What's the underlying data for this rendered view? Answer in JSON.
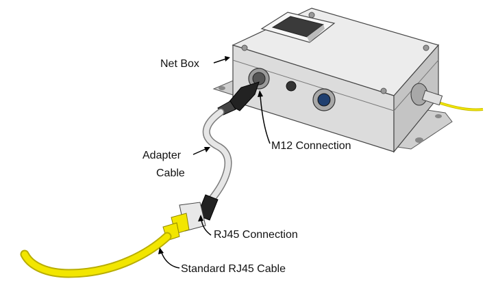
{
  "labels": {
    "net_box": "Net Box",
    "m12_connection": "M12 Connection",
    "adapter_cable_line1": "Adapter",
    "adapter_cable_line2": "Cable",
    "rj45_connection": "RJ45 Connection",
    "standard_rj45_cable": "Standard RJ45 Cable"
  },
  "colors": {
    "cable_yellow": "#f2e600",
    "cable_yellow_dark": "#c9bd00",
    "adapter_cable": "#d9d9d9",
    "box_body": "#e4e4e4",
    "box_shadow": "#bdbdbd",
    "leader_line": "#000000"
  }
}
